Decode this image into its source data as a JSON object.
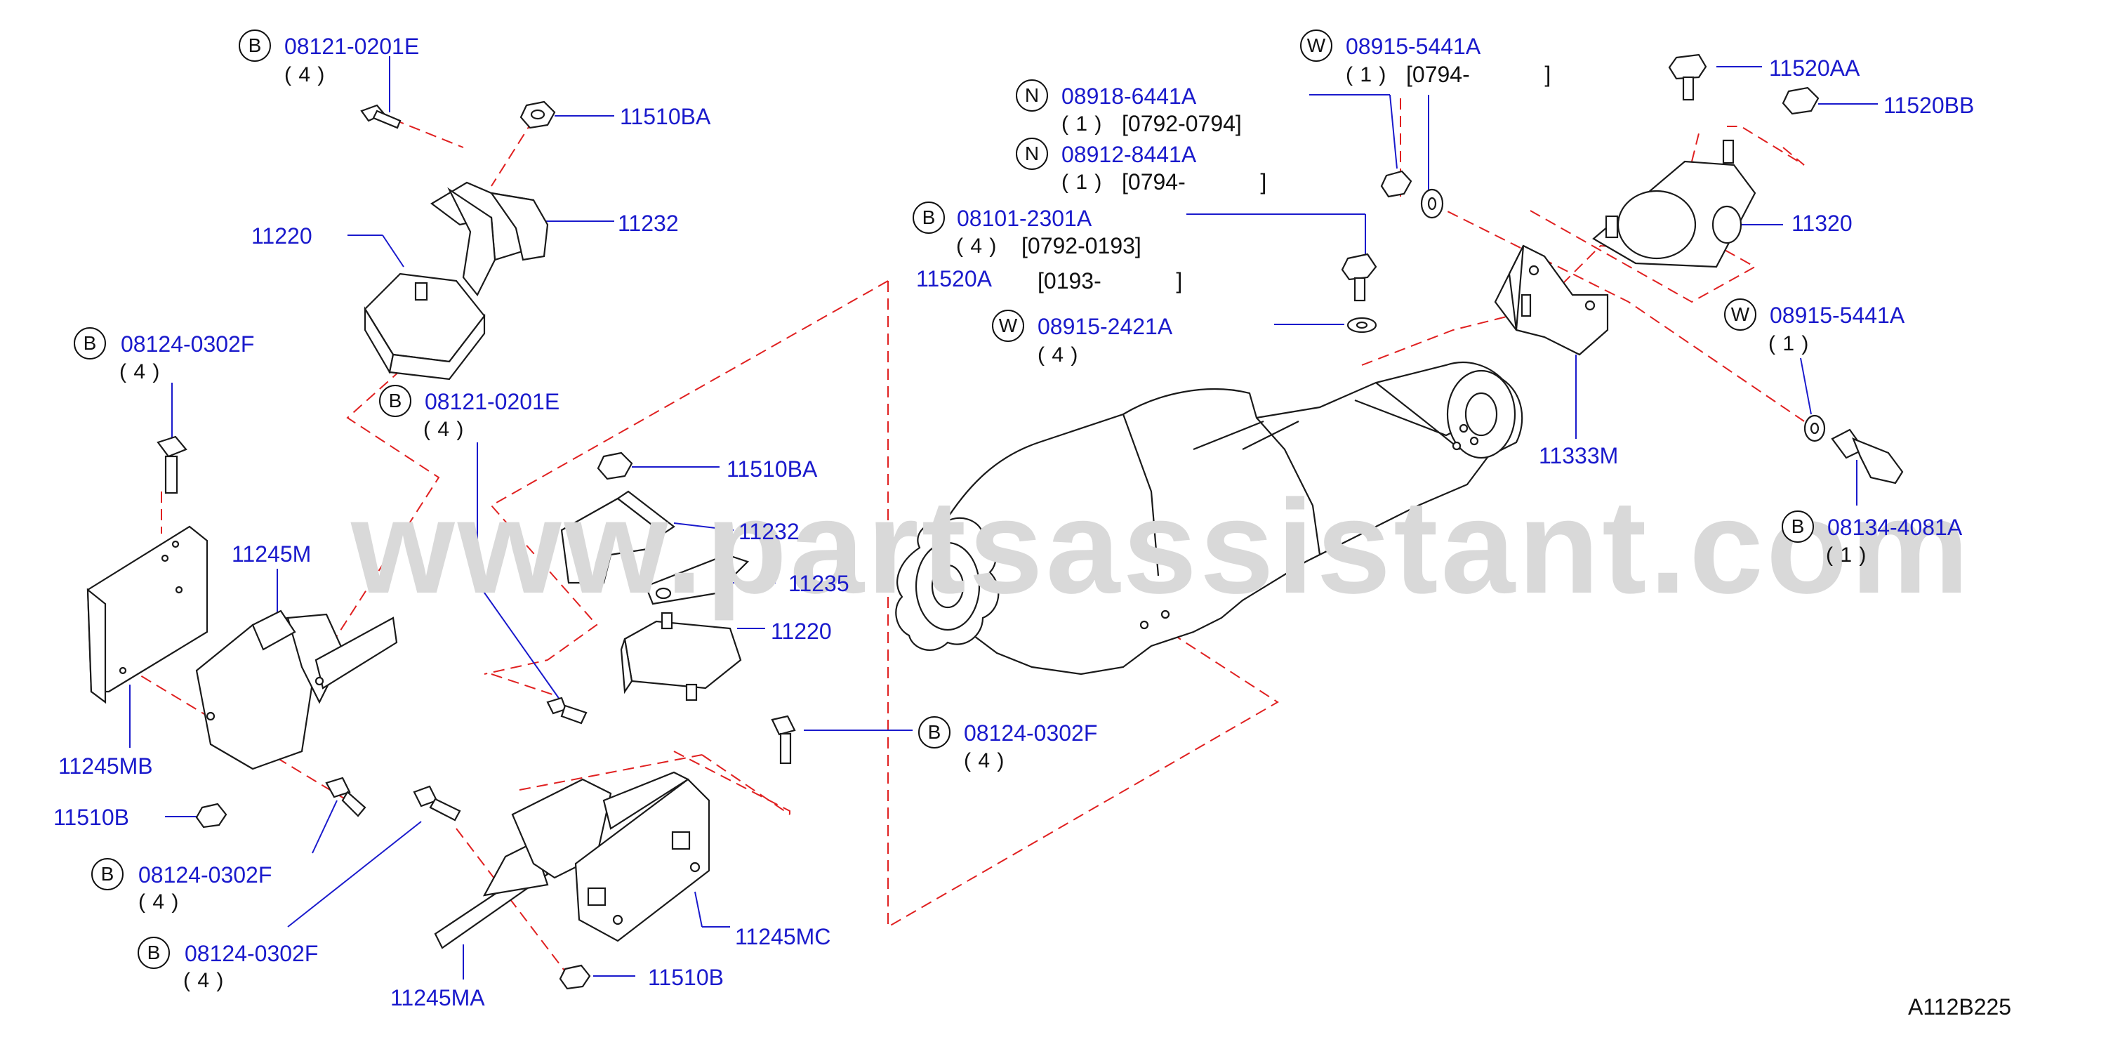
{
  "watermark": "www.partsassistant.com",
  "diagram_code": "A112B225",
  "callouts": [
    {
      "prefix": "B",
      "part": "08121-0201E",
      "qty": "( 4 )"
    },
    {
      "part": "11510BA"
    },
    {
      "part": "11232"
    },
    {
      "part": "11220"
    },
    {
      "prefix": "B",
      "part": "08124-0302F",
      "qty": "( 4 )"
    },
    {
      "prefix": "B",
      "part": "08121-0201E",
      "qty": "( 4 )"
    },
    {
      "part": "11510BA"
    },
    {
      "part": "11232"
    },
    {
      "part": "11235"
    },
    {
      "part": "11220"
    },
    {
      "part": "11245M"
    },
    {
      "part": "11245MB"
    },
    {
      "part": "11510B"
    },
    {
      "prefix": "B",
      "part": "08124-0302F",
      "qty": "( 4 )"
    },
    {
      "prefix": "B",
      "part": "08124-0302F",
      "qty": "( 4 )"
    },
    {
      "part": "11245MA"
    },
    {
      "part": "11510B"
    },
    {
      "part": "11245MC"
    },
    {
      "prefix": "B",
      "part": "08124-0302F",
      "qty": "( 4 )"
    },
    {
      "prefix": "N",
      "part": "08918-6441A",
      "qty": "( 1 )",
      "code": "[0792-0794]"
    },
    {
      "prefix": "N",
      "part": "08912-8441A",
      "qty": "( 1 )",
      "code": "[0794-            ]"
    },
    {
      "prefix": "B",
      "part": "08101-2301A",
      "qty": "( 4 )",
      "code": "[0792-0193]"
    },
    {
      "part": "11520A",
      "code": "[0193-            ]"
    },
    {
      "prefix": "W",
      "part": "08915-2421A",
      "qty": "( 4 )"
    },
    {
      "prefix": "W",
      "part": "08915-5441A",
      "qty": "( 1 )",
      "code": "[0794-            ]"
    },
    {
      "part": "11520AA"
    },
    {
      "part": "11520BB"
    },
    {
      "part": "11320"
    },
    {
      "prefix": "W",
      "part": "08915-5441A",
      "qty": "( 1 )"
    },
    {
      "part": "11333M"
    },
    {
      "prefix": "B",
      "part": "08134-4081A",
      "qty": "( 1 )"
    }
  ]
}
